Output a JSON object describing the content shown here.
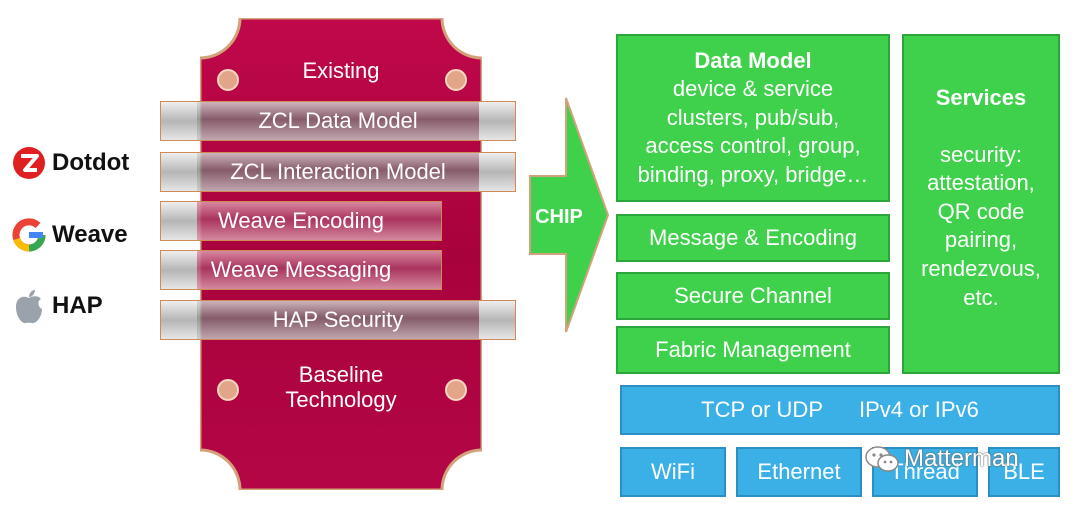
{
  "brands": [
    {
      "name": "Dotdot",
      "icon": "dotdot-z-icon"
    },
    {
      "name": "Weave",
      "icon": "google-g-icon"
    },
    {
      "name": "HAP",
      "icon": "apple-icon"
    }
  ],
  "plaque": {
    "top_label": "Existing",
    "bottom_label": "Baseline Technology",
    "bottom_label_line1": "Baseline",
    "bottom_label_line2": "Technology"
  },
  "layers": [
    "ZCL Data Model",
    "ZCL Interaction Model",
    "Weave Encoding",
    "Weave Messaging",
    "HAP Security"
  ],
  "arrow_label": "CHIP",
  "data_model": {
    "title": "Data Model",
    "lines": [
      "device & service",
      "clusters, pub/sub,",
      "access control, group,",
      "binding, proxy, bridge…"
    ]
  },
  "services": {
    "title": "Services",
    "lines": [
      "security:",
      "attestation,",
      "QR code",
      "pairing,",
      "rendezvous,",
      "etc."
    ]
  },
  "stack": [
    "Message & Encoding",
    "Secure Channel",
    "Fabric Management"
  ],
  "transport": {
    "left": "TCP or UDP",
    "right": "IPv4 or IPv6"
  },
  "links": [
    "WiFi",
    "Ethernet",
    "Thread",
    "BLE"
  ],
  "watermark": "Matterman",
  "colors": {
    "green": "#3fd14b",
    "blue": "#3ab0e6",
    "plaque": "#b0043f"
  }
}
